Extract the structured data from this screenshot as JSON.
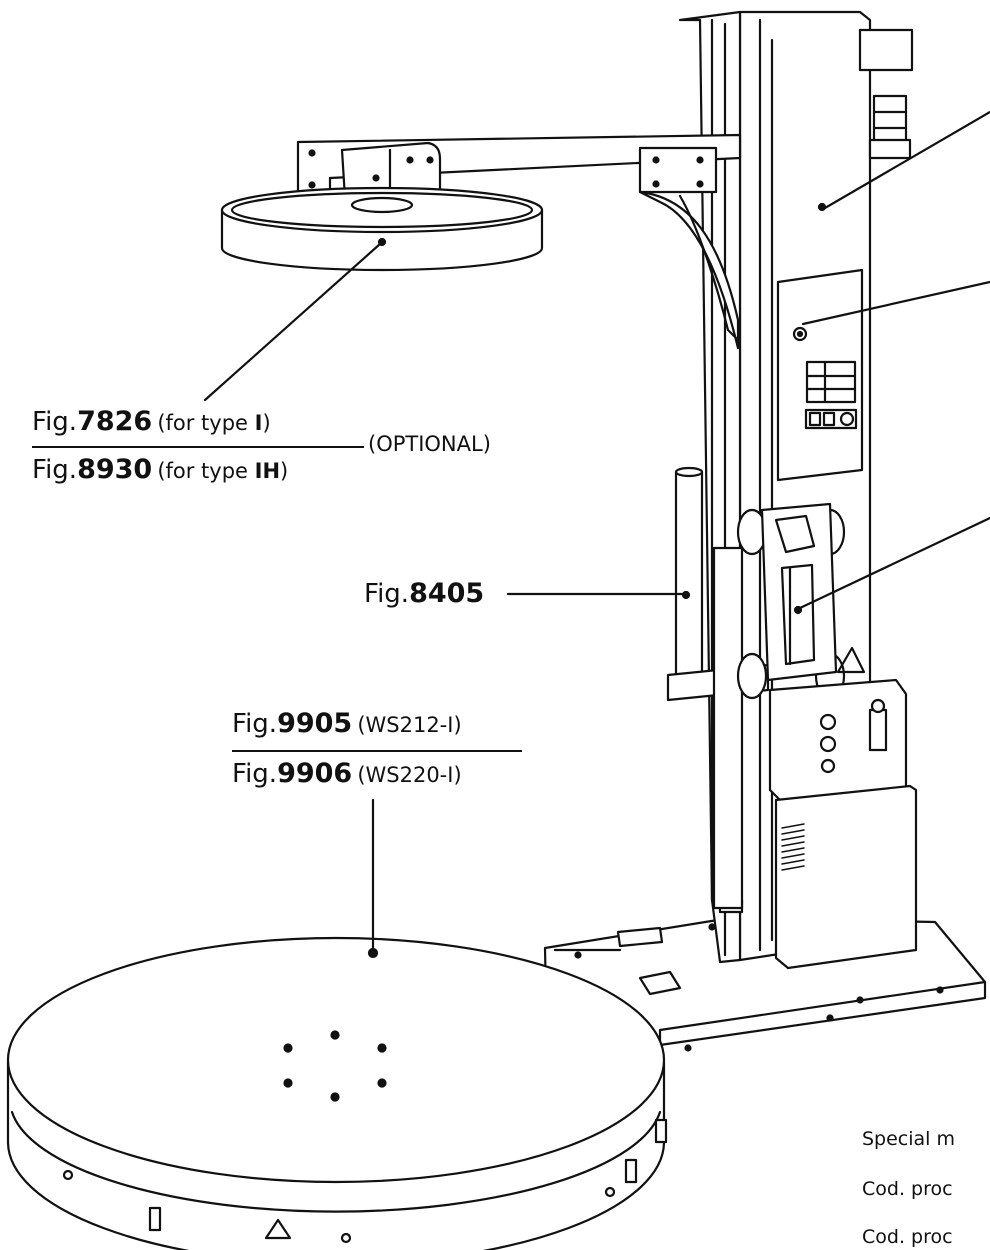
{
  "callouts": {
    "arm_upper": {
      "prefix": "Fig.",
      "number": "7826",
      "open": "(for type ",
      "type_code": "I",
      "close": ")"
    },
    "arm_lower": {
      "prefix": "Fig.",
      "number": "8930",
      "open": "(for type ",
      "type_code": "IH",
      "close": ")"
    },
    "optional": "(OPTIONAL)",
    "cylinder": {
      "prefix": "Fig.",
      "number": "8405"
    },
    "table_upper": {
      "prefix": "Fig.",
      "number": "9905",
      "suffix": "(WS212-I)"
    },
    "table_lower": {
      "prefix": "Fig.",
      "number": "9906",
      "suffix": "(WS220-I)"
    }
  },
  "notes": {
    "special": "Special m",
    "cod1": "Cod. proc",
    "cod2": "Cod. proc"
  },
  "colors": {
    "ink": "#111111",
    "paper": "#ffffff"
  }
}
